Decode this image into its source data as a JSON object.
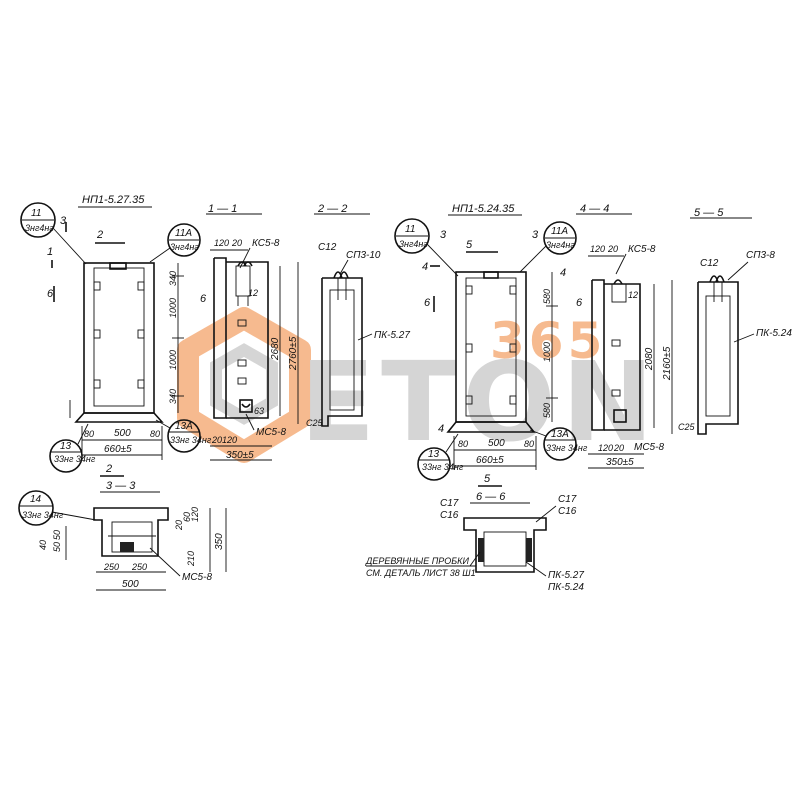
{
  "watermark": {
    "brand": "ETON",
    "number": "365",
    "colors": {
      "orange": "#f4a46a",
      "gray": "#c8c8c8"
    }
  },
  "panel_a": {
    "title": "НП1-5.27.35",
    "cut": "1",
    "marks": {
      "m2": "2",
      "m3": "3",
      "m6": "6",
      "m1": "1"
    },
    "callout_11": {
      "num": "11",
      "sub": "3нг4нг"
    },
    "callout_11a": {
      "num": "11A",
      "sub": "3нг4нг"
    },
    "callout_13": {
      "num": "13",
      "sub": "33нг 34нг"
    },
    "callout_13a": {
      "num": "13A",
      "sub": "33нг 34нг"
    },
    "dims": {
      "d340a": "340",
      "d1000a": "1000",
      "d1000b": "1000",
      "d340b": "340",
      "d80l": "80",
      "d500": "500",
      "d80r": "80",
      "d660": "660±5"
    }
  },
  "section_11": {
    "title": "1 — 1",
    "dims": {
      "d120": "120",
      "d20": "20",
      "d2680": "2680",
      "d2760": "2760±5",
      "d20b": "20",
      "d120b": "120",
      "d350": "350±5",
      "d63": "63",
      "d12": "12"
    },
    "label_top": "КС5-8",
    "label_bot": "МС5-8"
  },
  "section_22": {
    "title": "2 — 2",
    "c12": "С12",
    "sp": "СП3-10",
    "pk": "ПК-5.27",
    "c25": "С25"
  },
  "panel_b": {
    "title": "НП1-5.24.35",
    "marks": {
      "m3": "3",
      "m5": "5",
      "m4": "4",
      "m6": "6",
      "m4b": "4",
      "m5b": "5"
    },
    "callout_11": {
      "num": "11",
      "sub": "3нг4нг"
    },
    "callout_11a": {
      "num": "11A",
      "sub": "3нг4нг"
    },
    "callout_13": {
      "num": "13",
      "sub": "33нг 34нг"
    },
    "callout_13a": {
      "num": "13A",
      "sub": "33нг 34нг"
    },
    "dims": {
      "d580a": "580",
      "d1000": "1000",
      "d580b": "580",
      "d80l": "80",
      "d500": "500",
      "d80r": "80",
      "d660": "660±5"
    }
  },
  "section_44": {
    "title": "4 — 4",
    "dims": {
      "d120": "120",
      "d20": "20",
      "d2080": "2080",
      "d2160": "2160±5",
      "d120b": "120",
      "d20b": "20",
      "d350": "350±5",
      "d12": "12"
    },
    "label_top": "КС5-8",
    "label_bot": "МС5-8"
  },
  "section_55": {
    "title": "5 — 5",
    "c12": "С12",
    "sp": "СП3-8",
    "pk": "ПК-5.24",
    "c25": "С25"
  },
  "section_33": {
    "title": "3 — 3",
    "callout_14": {
      "num": "14",
      "sub": "33нг 34нг"
    },
    "dims": {
      "d50a": "50",
      "d50b": "50",
      "d40": "40",
      "d20": "20",
      "d60": "60",
      "d120": "120",
      "d210": "210",
      "d350": "350",
      "d250a": "250",
      "d250b": "250",
      "d500": "500"
    },
    "label": "МС5-8"
  },
  "section_66": {
    "title": "6 — 6",
    "c17l": "С17",
    "c16l": "С16",
    "c17r": "С17",
    "c16r": "С16",
    "pk527": "ПК-5.27",
    "pk524": "ПК-5.24",
    "note1": "ДЕРЕВЯННЫЕ ПРОБКИ",
    "note2": "СМ. ДЕТАЛЬ ЛИСТ 38 Ш1"
  }
}
